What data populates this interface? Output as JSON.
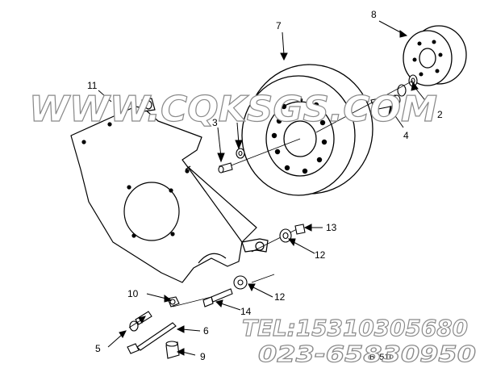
{
  "callouts": {
    "c2": "2",
    "c3": "3",
    "c4": "4",
    "c5": "5",
    "c6": "6",
    "c7": "7",
    "c8": "8",
    "c9": "9",
    "c10": "10",
    "c11": "11",
    "c12a": "12",
    "c12b": "12",
    "c13": "13",
    "c14": "14"
  },
  "watermark": {
    "site": "WWW.CQKSGS.COM",
    "tel": "TEL:15310305680",
    "phone": "023-65830950"
  },
  "figure_id": "160510"
}
